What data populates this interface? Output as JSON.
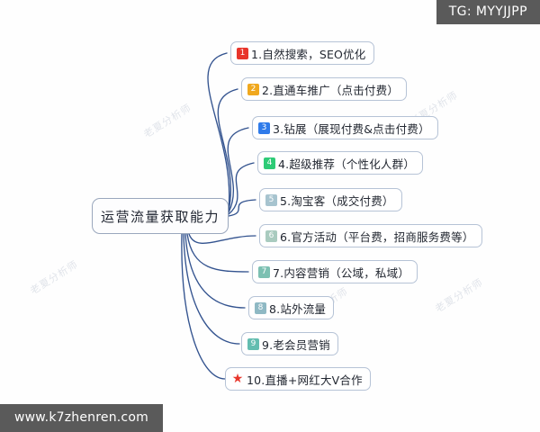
{
  "diagram": {
    "type": "mind-map",
    "root": {
      "label": "运营流量获取能力"
    },
    "branches": [
      {
        "badge": "1",
        "badge_color": "#e8352b",
        "badge_kind": "number",
        "label": "1.自然搜索，SEO优化"
      },
      {
        "badge": "2",
        "badge_color": "#f0a81e",
        "badge_kind": "number",
        "label": "2.直通车推广（点击付费）"
      },
      {
        "badge": "3",
        "badge_color": "#2f7bea",
        "badge_kind": "number",
        "label": "3.钻展（展现付费&点击付费）"
      },
      {
        "badge": "4",
        "badge_color": "#2ecb77",
        "badge_kind": "number",
        "label": "4.超级推荐（个性化人群）"
      },
      {
        "badge": "5",
        "badge_color": "#a7c4cf",
        "badge_kind": "number",
        "label": "5.淘宝客（成交付费）"
      },
      {
        "badge": "6",
        "badge_color": "#a9cbbf",
        "badge_kind": "number",
        "label": "6.官方活动（平台费，招商服务费等）"
      },
      {
        "badge": "7",
        "badge_color": "#7cc0b2",
        "badge_kind": "number",
        "label": "7.内容营销（公域，私域）"
      },
      {
        "badge": "8",
        "badge_color": "#8fb9c4",
        "badge_kind": "number",
        "label": "8.站外流量"
      },
      {
        "badge": "9",
        "badge_color": "#63bdb0",
        "badge_kind": "number",
        "label": "9.老会员营销"
      },
      {
        "badge": "★",
        "badge_color": "#e8362b",
        "badge_kind": "star",
        "label": "10.直播+网红大V合作"
      }
    ],
    "connector_color": "#33538f",
    "node_border_color": "#b6c3d6",
    "root_border_color": "#9aa7bd"
  },
  "watermarks": {
    "top_right": "TG: MYYJJPP",
    "bottom_left": "www.k7zhenren.com",
    "diagonal": [
      "老夏分析师",
      "老夏分析师",
      "老夏分析师",
      "老夏分析师",
      "老夏分析师"
    ]
  }
}
